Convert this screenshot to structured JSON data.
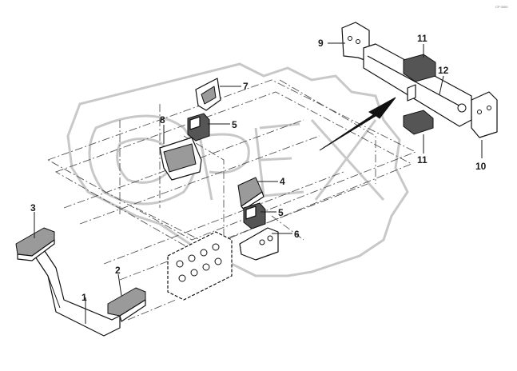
{
  "corner_code": "CP 0000",
  "watermark": "OPEX",
  "callouts": [
    {
      "id": "c1",
      "text": "1"
    },
    {
      "id": "c2",
      "text": "2"
    },
    {
      "id": "c3",
      "text": "3"
    },
    {
      "id": "c4",
      "text": "4"
    },
    {
      "id": "c5a",
      "text": "5"
    },
    {
      "id": "c5b",
      "text": "5"
    },
    {
      "id": "c6",
      "text": "6"
    },
    {
      "id": "c7",
      "text": "7"
    },
    {
      "id": "c8",
      "text": "8"
    },
    {
      "id": "c9",
      "text": "9"
    },
    {
      "id": "c10",
      "text": "10"
    },
    {
      "id": "c11a",
      "text": "11"
    },
    {
      "id": "c11b",
      "text": "11"
    },
    {
      "id": "c12",
      "text": "12"
    }
  ]
}
